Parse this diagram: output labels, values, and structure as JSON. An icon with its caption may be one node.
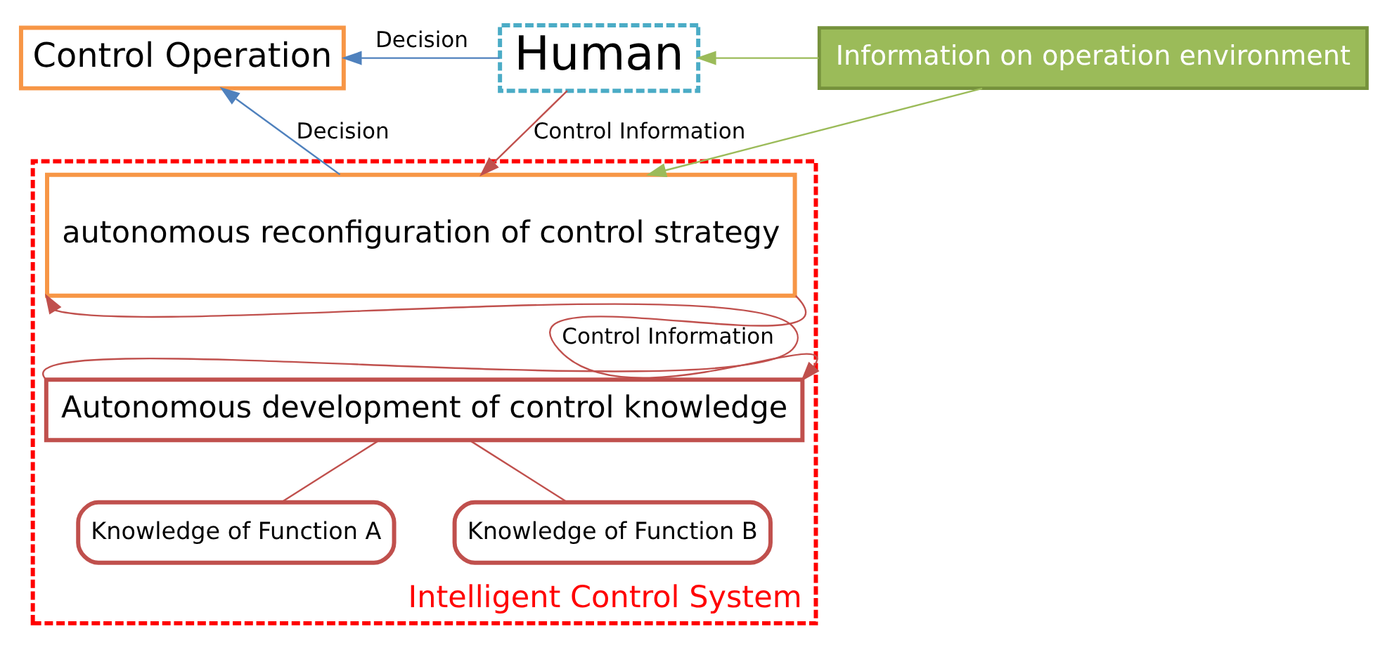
{
  "diagram": {
    "nodes": [
      {
        "text": [
          "Control Operation"
        ]
      },
      {
        "text": [
          "Human"
        ]
      },
      {
        "text": [
          "Intelligent Control System"
        ]
      },
      {
        "text": [
          "autonomous reconfiguration of control strategy"
        ],
        "in": 2
      },
      {
        "text": [
          "Autonomous development of control knowledge"
        ],
        "in": 2
      },
      {
        "text": [
          "Knowledge of Function A"
        ],
        "in": 2
      },
      {
        "text": [
          "Knowledge of Function B"
        ],
        "in": 2
      },
      {
        "text": [
          "Information on operation environment"
        ]
      }
    ],
    "edges": [
      {
        "from": 1,
        "to": 0,
        "arrow": "to",
        "label": "Decision",
        "color": "#4f81bd"
      },
      {
        "from": 3,
        "to": 0,
        "arrow": "to",
        "label": "Decision",
        "color": "#4f81bd"
      },
      {
        "from": 1,
        "to": 3,
        "arrow": "to",
        "label": "Control Information"
      },
      {
        "from": 4,
        "to": 3,
        "arrow": "to"
      },
      {
        "from": 3,
        "to": 4,
        "arrow": "to",
        "label": "Control Information"
      },
      {
        "from": 5,
        "to": 4,
        "arrow": "none"
      },
      {
        "from": 6,
        "to": 4,
        "arrow": "none"
      },
      {
        "from": 7,
        "to": 3,
        "arrow": "to",
        "color": "#9bbb59"
      },
      {
        "from": 7,
        "to": 1,
        "arrow": "to",
        "color": "#9bbb59"
      }
    ]
  }
}
